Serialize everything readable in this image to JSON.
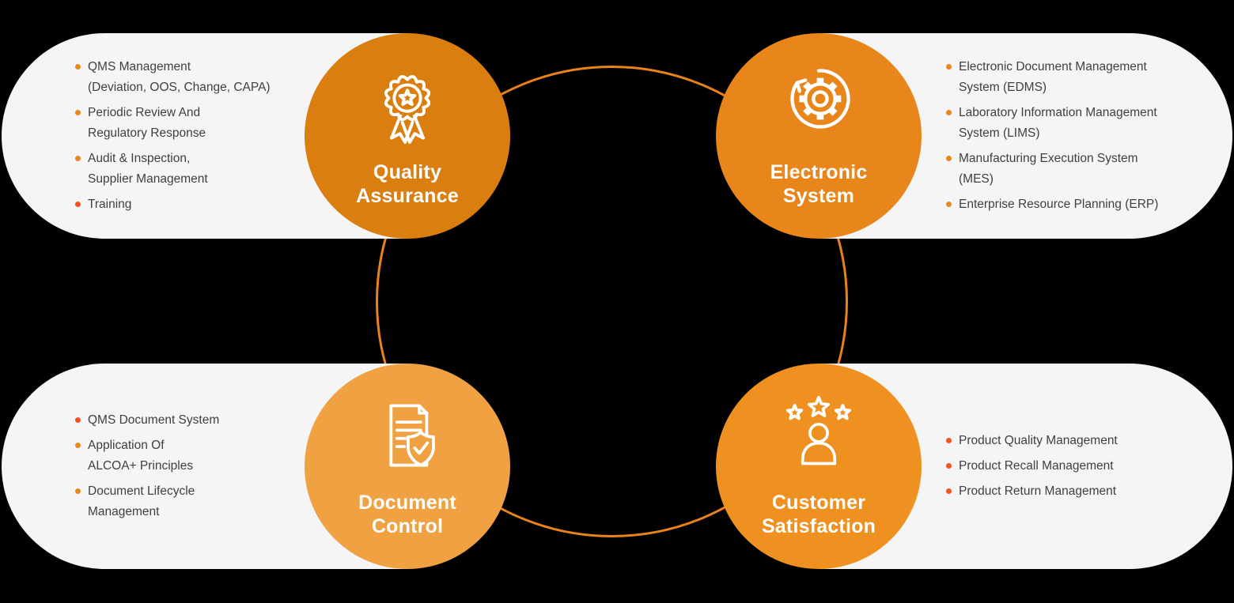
{
  "colors": {
    "background": "#000000",
    "panel_bg": "#F5F5F5",
    "ring": "#E8821A",
    "text": "#3F3F3F",
    "icon_stroke": "#FFFFFF",
    "bullet_orange": "#E8891F",
    "bullet_red_orange": "#F4511E"
  },
  "nodes": [
    {
      "id": "quality-assurance",
      "label_lines": [
        "Quality",
        "Assurance"
      ],
      "color": "#D97E0F",
      "icon": "award-ribbon-icon"
    },
    {
      "id": "electronic-system",
      "label_lines": [
        "Electronic",
        "System"
      ],
      "color": "#E8861B",
      "icon": "gear-refresh-icon"
    },
    {
      "id": "document-control",
      "label_lines": [
        "Document",
        "Control"
      ],
      "color": "#F0A243",
      "icon": "document-shield-icon"
    },
    {
      "id": "customer-satisfaction",
      "label_lines": [
        "Customer",
        "Satisfaction"
      ],
      "color": "#EE9120",
      "icon": "person-stars-icon"
    }
  ],
  "panels": [
    {
      "id": "quality-assurance",
      "items": [
        {
          "lines": [
            "QMS Management",
            "(Deviation, OOS, Change, CAPA)"
          ],
          "bullet": "#E8891F"
        },
        {
          "lines": [
            "Periodic Review And",
            "Regulatory Response"
          ],
          "bullet": "#E8891F"
        },
        {
          "lines": [
            "Audit & Inspection,",
            "Supplier Management"
          ],
          "bullet": "#E8891F"
        },
        {
          "lines": [
            "Training"
          ],
          "bullet": "#F4511E"
        }
      ]
    },
    {
      "id": "electronic-system",
      "items": [
        {
          "lines": [
            "Electronic Document Management",
            "System (EDMS)"
          ],
          "bullet": "#E8891F"
        },
        {
          "lines": [
            "Laboratory Information Management",
            "System (LIMS)"
          ],
          "bullet": "#E8891F"
        },
        {
          "lines": [
            "Manufacturing Execution System",
            "(MES)"
          ],
          "bullet": "#E8891F"
        },
        {
          "lines": [
            "Enterprise Resource Planning (ERP)"
          ],
          "bullet": "#E8891F"
        }
      ]
    },
    {
      "id": "document-control",
      "items": [
        {
          "lines": [
            "QMS Document System"
          ],
          "bullet": "#F4511E"
        },
        {
          "lines": [
            "Application Of",
            "ALCOA+ Principles"
          ],
          "bullet": "#E8891F"
        },
        {
          "lines": [
            "Document Lifecycle",
            "Management"
          ],
          "bullet": "#E8891F"
        }
      ]
    },
    {
      "id": "customer-satisfaction",
      "items": [
        {
          "lines": [
            "Product Quality Management"
          ],
          "bullet": "#F4511E"
        },
        {
          "lines": [
            "Product Recall Management"
          ],
          "bullet": "#F4511E"
        },
        {
          "lines": [
            "Product Return Management"
          ],
          "bullet": "#F4511E"
        }
      ]
    }
  ]
}
